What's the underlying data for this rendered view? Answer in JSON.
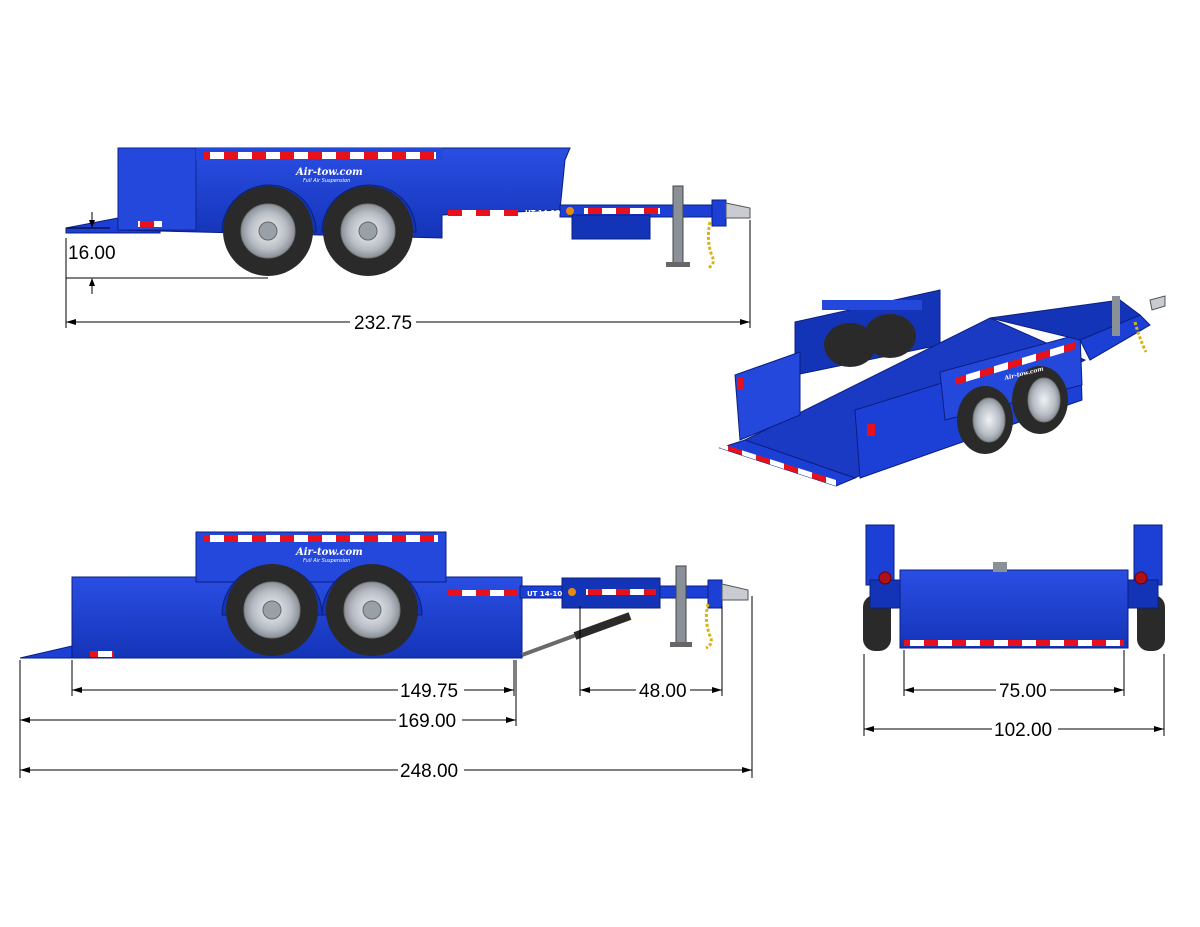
{
  "brand": {
    "name": "Air-tow.com",
    "tagline": "Full Air Suspension",
    "model": "UT 14-10",
    "colors": {
      "body": "#1c3fd6",
      "body_dark": "#112c9c",
      "body_light": "#3a5ce8",
      "reflector_red": "#e8101a",
      "reflector_white": "#ffffff",
      "tire": "#2a2a2a",
      "rim": "#c8ccd2",
      "chain": "#d9b21a",
      "line": "#000000"
    }
  },
  "views": {
    "top_side": {
      "dimensions": {
        "deck_height": "16.00",
        "overall_length": "232.75"
      }
    },
    "perspective": {},
    "bottom_side": {
      "dimensions": {
        "deck_length": "149.75",
        "bed_length": "169.00",
        "overall_length": "248.00",
        "tongue_length": "48.00"
      }
    },
    "rear": {
      "dimensions": {
        "inner_width": "75.00",
        "overall_width": "102.00"
      }
    }
  }
}
